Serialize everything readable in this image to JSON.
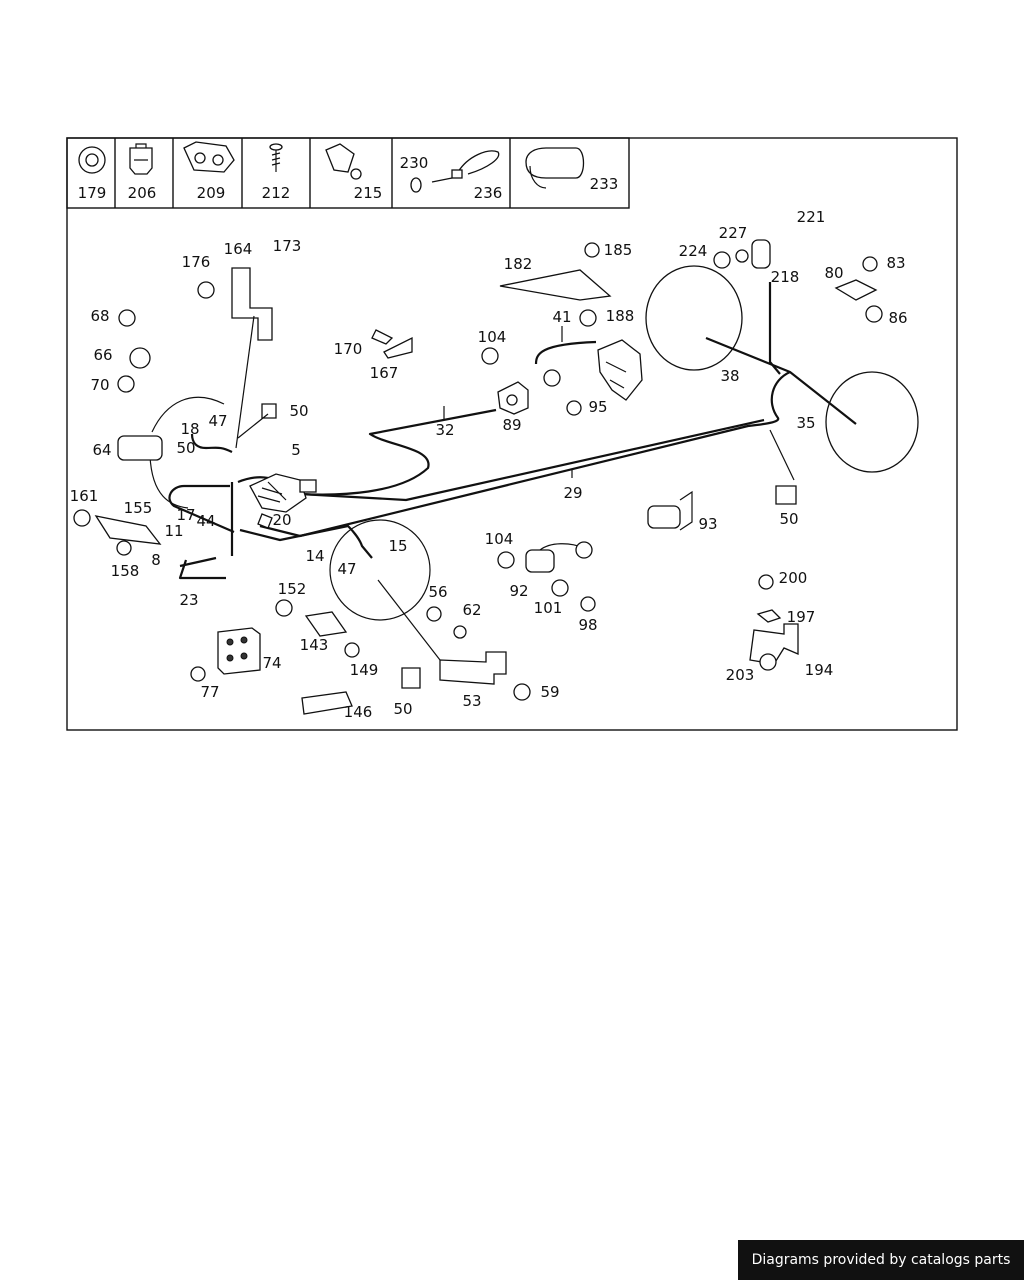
{
  "legend_parts": [
    "179",
    "206",
    "209",
    "212",
    "215",
    "230",
    "236",
    "233"
  ],
  "callouts": [
    "176",
    "164",
    "173",
    "68",
    "66",
    "70",
    "170",
    "167",
    "104",
    "41",
    "188",
    "182",
    "185",
    "224",
    "227",
    "221",
    "80",
    "83",
    "86",
    "218",
    "38",
    "35",
    "50",
    "64",
    "18",
    "47",
    "89",
    "95",
    "32",
    "5",
    "161",
    "155",
    "11",
    "44",
    "20",
    "17",
    "8",
    "158",
    "23",
    "14",
    "15",
    "29",
    "93",
    "104",
    "92",
    "101",
    "98",
    "200",
    "197",
    "203",
    "194",
    "152",
    "143",
    "149",
    "56",
    "62",
    "53",
    "59",
    "74",
    "77",
    "146",
    "47",
    "50",
    "50",
    "50"
  ],
  "credit": "Diagrams provided by catalogs parts"
}
